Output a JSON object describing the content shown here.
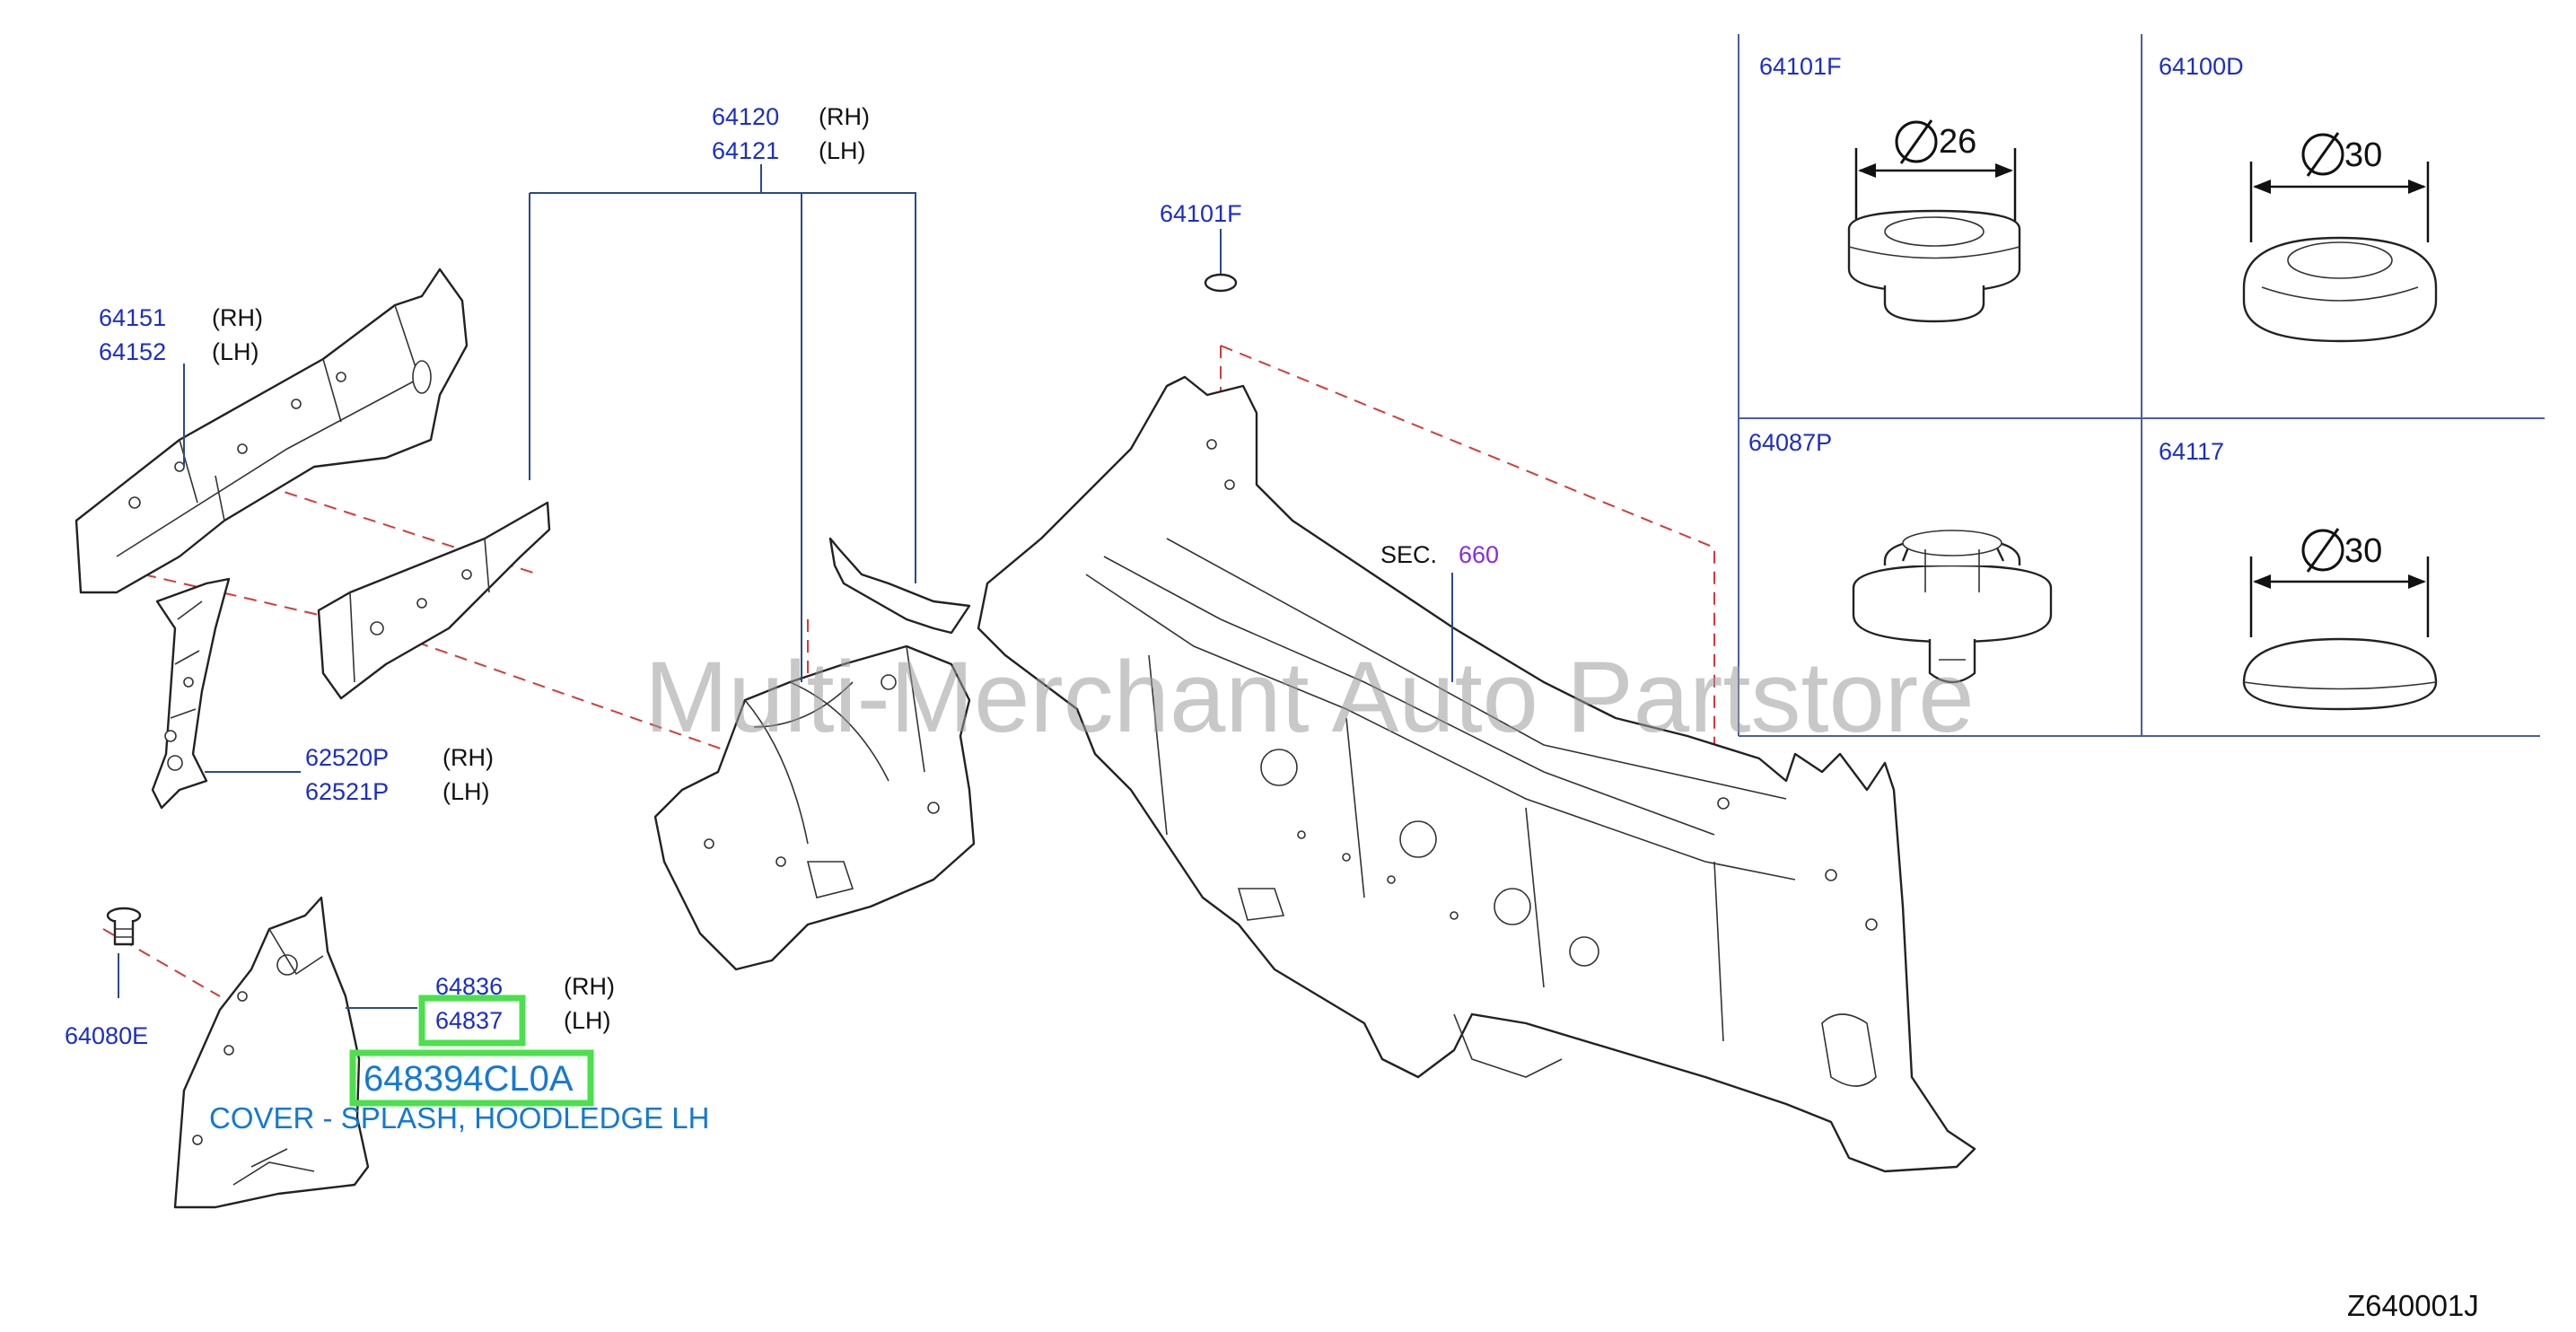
{
  "callouts": {
    "p64120": "64120",
    "p64120_side": "(RH)",
    "p64121": "64121",
    "p64121_side": "(LH)",
    "p64151": "64151",
    "p64151_side": "(RH)",
    "p64152": "64152",
    "p64152_side": "(LH)",
    "p64101f_center": "64101F",
    "sec_prefix": "SEC.",
    "sec_number": "660",
    "p62520p": "62520P",
    "p62520p_side": "(RH)",
    "p62521p": "62521P",
    "p62521p_side": "(LH)",
    "p64080e": "64080E",
    "p64836": "64836",
    "p64836_side": "(RH)",
    "p64837": "64837",
    "p64837_side": "(LH)"
  },
  "highlight": {
    "part_number": "648394CL0A",
    "description": "COVER - SPLASH, HOODLEDGE LH"
  },
  "inset": {
    "cells": [
      {
        "label": "64101F",
        "diameter": "26"
      },
      {
        "label": "64100D",
        "diameter": "30"
      },
      {
        "label": "64087P",
        "diameter": ""
      },
      {
        "label": "64117",
        "diameter": "30"
      }
    ]
  },
  "watermark": "Multi-Merchant Auto Partstore",
  "diagram_code": "Z640001J",
  "colors": {
    "callout": "#1a2ec8",
    "highlight_box": "#4ce04c",
    "highlight_text": "#1478d4",
    "phantom_line": "#d43a3a"
  }
}
